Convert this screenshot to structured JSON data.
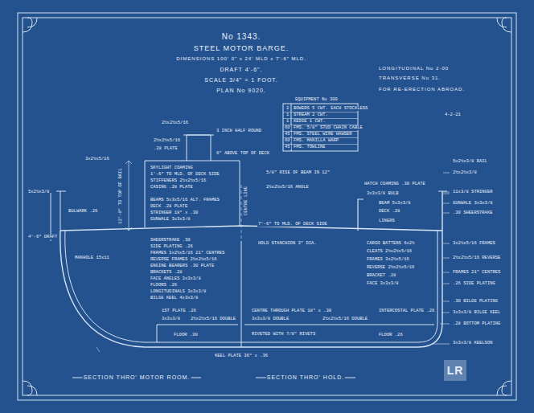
{
  "diagram": {
    "title": "No 1343.",
    "labels": [
      "STEEL MOTOR BARGE.",
      "DIMENSIONS 100' 0\" x 24' MLD x 7'-6\" MLD.",
      "DRAFT 4'-6\".",
      "SCALE 3/4\" = 1 FOOT.",
      "PLAN No 9020.",
      "LONGITUDINAL No 2-00",
      "TRANSVERSE No 31.",
      "FOR RE-ERECTION ABROAD.",
      "EQUIPMENT No 300",
      "2",
      "BOWERS 5 CWT. EACH STOCKLESS",
      "1",
      "STREAM 2 CWT.",
      "1",
      "KEDGE 1 CWT.",
      "60",
      "FMS. 5/8\" STUD CHAIN CABLE",
      "45",
      "FMS. STEEL WIRE HAWSER",
      "60",
      "FMS. MANILLA WARP",
      "45",
      "FMS. TOWLINE",
      "4-2-21",
      "SECTION THRO' MOTOR ROOM.",
      "SECTION THRO' HOLD.",
      "LR",
      "2½x2½x5/16",
      "3 INCH HALF ROUND",
      "2½x2½x5/16",
      ".28 PLATE",
      "6\" ABOVE TOP OF DECK",
      "3x2½x5/16",
      "SKYLIGHT COAMING",
      "1'-6\" TO MLD. OF DECK SIDE",
      "STIFFENERS 2½x2½x5/16",
      "CASING .28 PLATE",
      "BEAMS 5x3x5/16 ALT. FRAMES",
      "DECK .28 PLATE",
      "STRINGER 18\" x .30",
      "GUNWALE 3x3x3/8",
      "SHEERSTRAKE .30",
      "SIDE PLATING .26",
      "FRAMES 3x2½x5/16 21\" CENTRES",
      "REVERSE FRAMES 2½x2½x5/16",
      "ENGINE BEARERS .30 PLATE",
      "BRACKETS .28",
      "FACE ANGLES 3x3x3/8",
      "FLOORS .26",
      "LONGITUDINALS 3x3x3/8",
      "BILGE KEEL 4x3x3/8",
      "5x2½x3/8",
      "BULWARK .26",
      "12'-0\" TO TOP OF RAIL",
      "4'-6\" DRAFT",
      "MANHOLE 15x11",
      "1ST PLATE .26",
      "3x3x3/8",
      "FLOOR .30",
      "2½x2½x5/16 DOUBLE",
      "CENTRE THROUGH PLATE 18\" x .30",
      "3x3x3/8 DOUBLE",
      "RIVETED WITH 7/8\" RIVETS",
      "KEEL PLATE 36\" x .36",
      "7'-6\" TO MLD. OF DECK SIDE",
      "CENTRE LINE",
      "5/8\" RISE OF BEAM IN 12\"",
      "2½x2½x5/16 ANGLE",
      "HATCH COAMING .30 PLATE",
      "3x3x3/8 BULB",
      "BEAM 5x3x3/8",
      "DECK .28",
      "LINERS",
      "HOLD STANCHION 3\" DIA.",
      "CARGO BATTENS 6x2½",
      "CLEATS 2½x2½x5/16",
      "FRAMES 3x2½x5/16",
      "REVERSE 2½x2½x5/16",
      "BRACKET .28",
      "FACE 3x3x3/8",
      "FLOOR .26",
      "INTERCOSTAL PLATE .26",
      "2½x2½x5/16 DOUBLE",
      "5x2½x3/8 RAIL",
      "2½x2½x3/8",
      "11x3/8 STRINGER",
      "GUNWALE 3x3x3/8",
      ".30 SHEERSTRAKE",
      "3x2½x5/16 FRAMES",
      "2½x2½x5/16 REVERSE",
      "FRAMES 21\" CENTRES",
      ".26 SIDE PLATING",
      ".30 BILGE PLATING",
      "3x3x3/8 BILGE KEEL",
      ".28 BOTTOM PLATING",
      "3x3x3/8 KEELSON"
    ]
  }
}
